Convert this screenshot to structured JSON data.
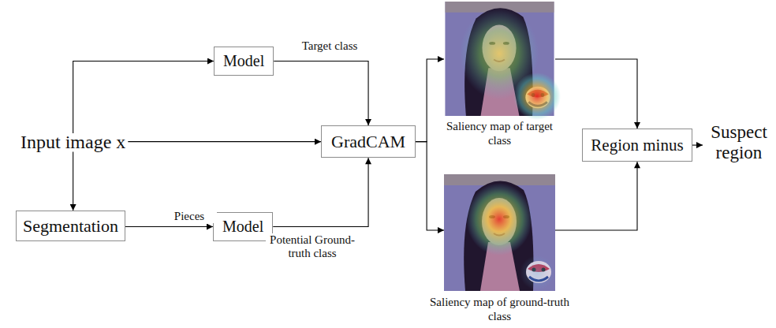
{
  "diagram": {
    "nodes": [
      {
        "text": [
          "Input image x"
        ]
      },
      {
        "text": [
          "Model"
        ]
      },
      {
        "text": [
          "Segmentation"
        ]
      },
      {
        "text": [
          "Model"
        ]
      },
      {
        "text": [
          "GradCAM"
        ]
      },
      {
        "text": [
          "Saliency map of target class"
        ]
      },
      {
        "text": [
          "Saliency map of ground-truth class"
        ]
      },
      {
        "text": [
          "Region minus"
        ]
      },
      {
        "text": [
          "Suspect region"
        ]
      }
    ],
    "edges": [
      {
        "from": 0,
        "to": 1,
        "arrow": "to"
      },
      {
        "from": 0,
        "to": 2,
        "arrow": "to"
      },
      {
        "from": 0,
        "to": 4,
        "arrow": "to"
      },
      {
        "from": 2,
        "to": 3,
        "label": "Pieces",
        "arrow": "to"
      },
      {
        "from": 1,
        "to": 4,
        "label": "Target class",
        "arrow": "to"
      },
      {
        "from": 3,
        "to": 4,
        "label": "Potential Ground-truth class",
        "arrow": "to"
      },
      {
        "from": 4,
        "to": 5,
        "arrow": "to"
      },
      {
        "from": 4,
        "to": 6,
        "arrow": "to"
      },
      {
        "from": 5,
        "to": 7,
        "arrow": "to"
      },
      {
        "from": 6,
        "to": 7,
        "arrow": "to"
      },
      {
        "from": 7,
        "to": 8,
        "arrow": "to"
      }
    ]
  }
}
